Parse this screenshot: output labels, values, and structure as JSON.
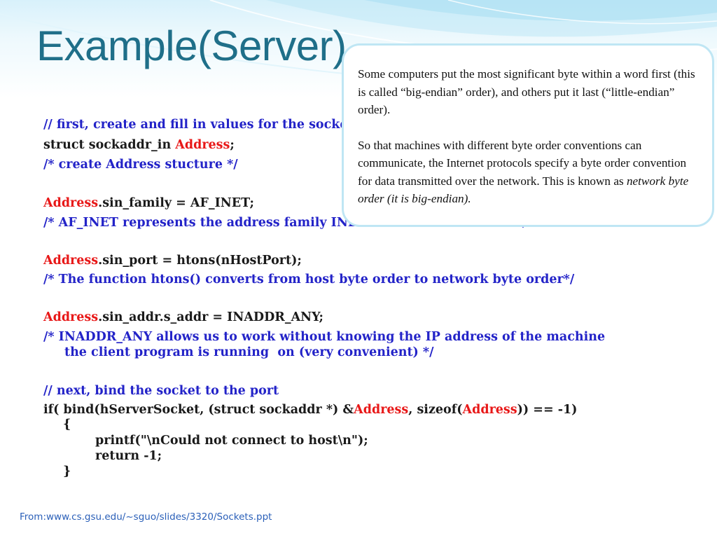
{
  "slide": {
    "title": "Example(Server)",
    "footer": "From:www.cs.gsu.edu/~sguo/slides/3320/Sockets.ppt"
  },
  "code": {
    "line1": "// first, create and fill in values for the socket address",
    "line2_a": "struct sockaddr_in ",
    "line2_b": "Address",
    "line2_c": ";",
    "line3": "/* create Address stucture */",
    "line4_a": "Address",
    "line4_b": ".sin_family = AF_INET;",
    "line5": "/* AF_INET represents the address family INET for Internet sockets. */",
    "line6_a": "Address",
    "line6_b": ".sin_port = htons(nHostPort);",
    "line7": "/* The function htons() converts from host byte order to network byte order*/",
    "line8_a": "Address",
    "line8_b": ".sin_addr.s_addr = INADDR_ANY;",
    "line9": "/* INADDR_ANY allows us to work without knowing the IP address of the machine",
    "line10": "the client program is running  on (very convenient) */",
    "line11": "// next, bind the socket to the port",
    "line12_a": "if( bind(hServerSocket, (struct sockaddr *) &",
    "line12_b": "Address",
    "line12_c": ", sizeof(",
    "line12_d": "Address",
    "line12_e": ")) == -1)",
    "line13": "{",
    "line14": "printf(\"\\nCould not connect to host\\n\");",
    "line15": "return -1;",
    "line16": "}"
  },
  "callout": {
    "paragraph1": "Some computers put the most significant byte within a word first (this is called “big-endian” order), and others put it last (“little-endian” order).",
    "paragraph2_text": "So that machines with different byte order conventions can communicate, the Internet protocols specify a byte order convention for data transmitted over the network. This is known as ",
    "paragraph2_emphasis": "network byte order (it is big-endian)."
  },
  "colors": {
    "title": "#1f6f89",
    "comment": "#2323c8",
    "keyword": "#e81818",
    "footer": "#2a5fb8",
    "callout_border": "#bfe6f4"
  }
}
